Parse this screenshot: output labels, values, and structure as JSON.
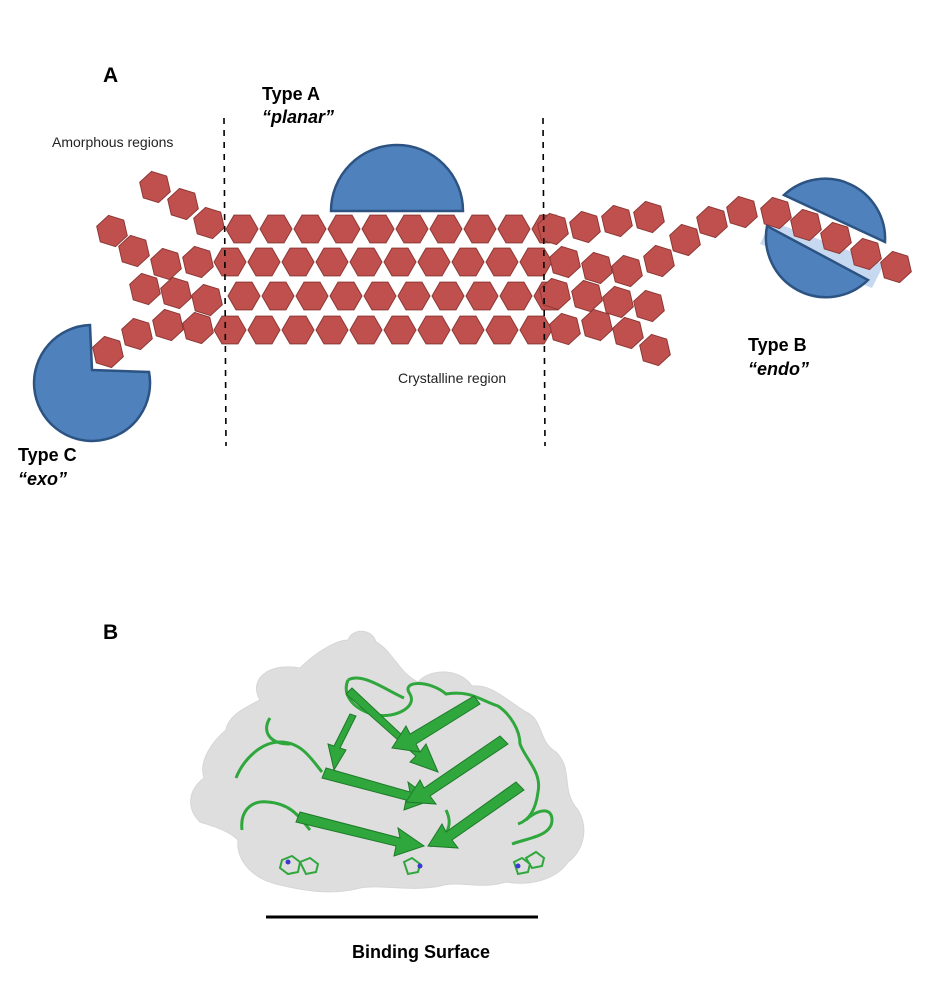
{
  "panel_a": {
    "label": "A",
    "amorphous_label": "Amorphous regions",
    "crystalline_label": "Crystalline region",
    "enzyme_types": [
      {
        "name": "Type A",
        "mode": "“planar”"
      },
      {
        "name": "Type B",
        "mode": "“endo”"
      },
      {
        "name": "Type C",
        "mode": "“exo”"
      }
    ]
  },
  "panel_b": {
    "label": "B",
    "caption": "Binding Surface"
  },
  "colors": {
    "glucose_unit": "#c0504d",
    "enzyme": "#4f81bd",
    "protein_surface": "#d9d9d9",
    "protein_ribbon": "#2fa73c"
  }
}
